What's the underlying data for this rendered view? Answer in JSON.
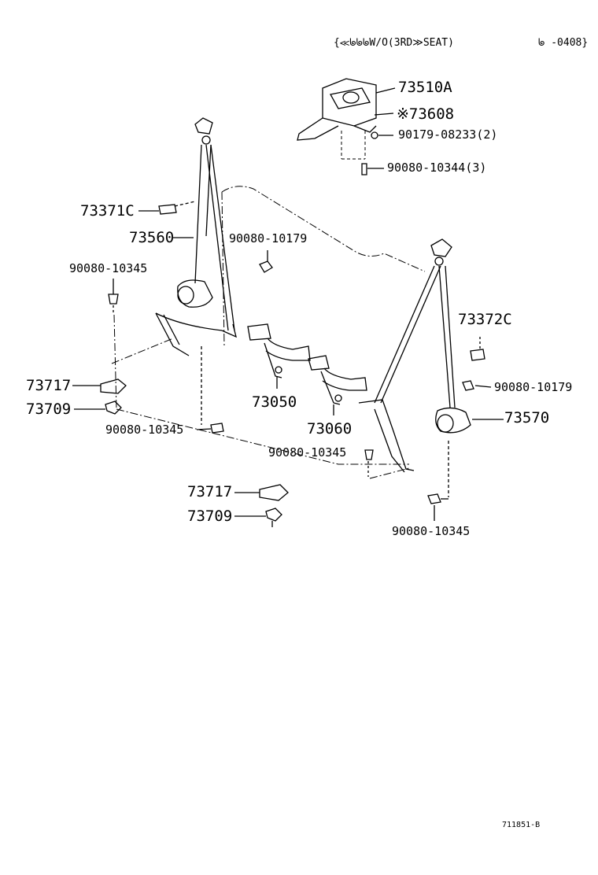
{
  "header": {
    "condition": "{≪ᖚᖚᖚW/O(3RD≫SEAT)",
    "date_range": "ᖚ -0408}"
  },
  "parts": {
    "p73510A": "73510A",
    "p73608": "※73608",
    "p90179_08233": "90179-08233(2)",
    "p90080_10344": "90080-10344(3)",
    "p73371C": "73371C",
    "p73560": "73560",
    "p90080_10179_a": "90080-10179",
    "p90080_10345_a": "90080-10345",
    "p73372C": "73372C",
    "p90080_10179_b": "90080-10179",
    "p73717_a": "73717",
    "p73709_a": "73709",
    "p73050": "73050",
    "p73570": "73570",
    "p90080_10345_b": "90080-10345",
    "p73060": "73060",
    "p90080_10345_c": "90080-10345",
    "p73717_b": "73717",
    "p73709_b": "73709",
    "p90080_10345_d": "90080-10345"
  },
  "footer": {
    "diagram_code": "711851-B"
  }
}
